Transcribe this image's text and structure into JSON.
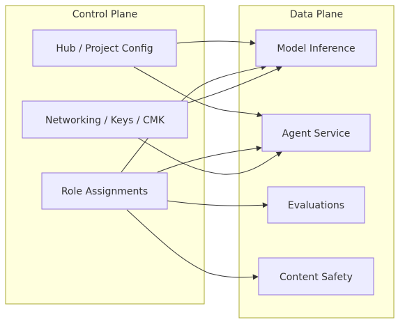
{
  "clusters": {
    "control_plane": {
      "label": "Control Plane"
    },
    "data_plane": {
      "label": "Data Plane"
    }
  },
  "nodes": {
    "hub_config": {
      "label": "Hub / Project Config"
    },
    "networking": {
      "label": "Networking / Keys / CMK"
    },
    "role_assignments": {
      "label": "Role Assignments"
    },
    "model_inference": {
      "label": "Model Inference"
    },
    "agent_service": {
      "label": "Agent Service"
    },
    "evaluations": {
      "label": "Evaluations"
    },
    "content_safety": {
      "label": "Content Safety"
    }
  },
  "edges": [
    {
      "from": "hub_config",
      "to": "model_inference"
    },
    {
      "from": "hub_config",
      "to": "agent_service"
    },
    {
      "from": "networking",
      "to": "model_inference"
    },
    {
      "from": "networking",
      "to": "agent_service"
    },
    {
      "from": "role_assignments",
      "to": "model_inference"
    },
    {
      "from": "role_assignments",
      "to": "agent_service"
    },
    {
      "from": "role_assignments",
      "to": "evaluations"
    },
    {
      "from": "role_assignments",
      "to": "content_safety"
    }
  ],
  "colors": {
    "cluster_fill": "#ffffde",
    "cluster_stroke": "#aaaa33",
    "node_fill": "#ececff",
    "node_stroke": "#9370db",
    "edge": "#333333",
    "text": "#333333"
  }
}
